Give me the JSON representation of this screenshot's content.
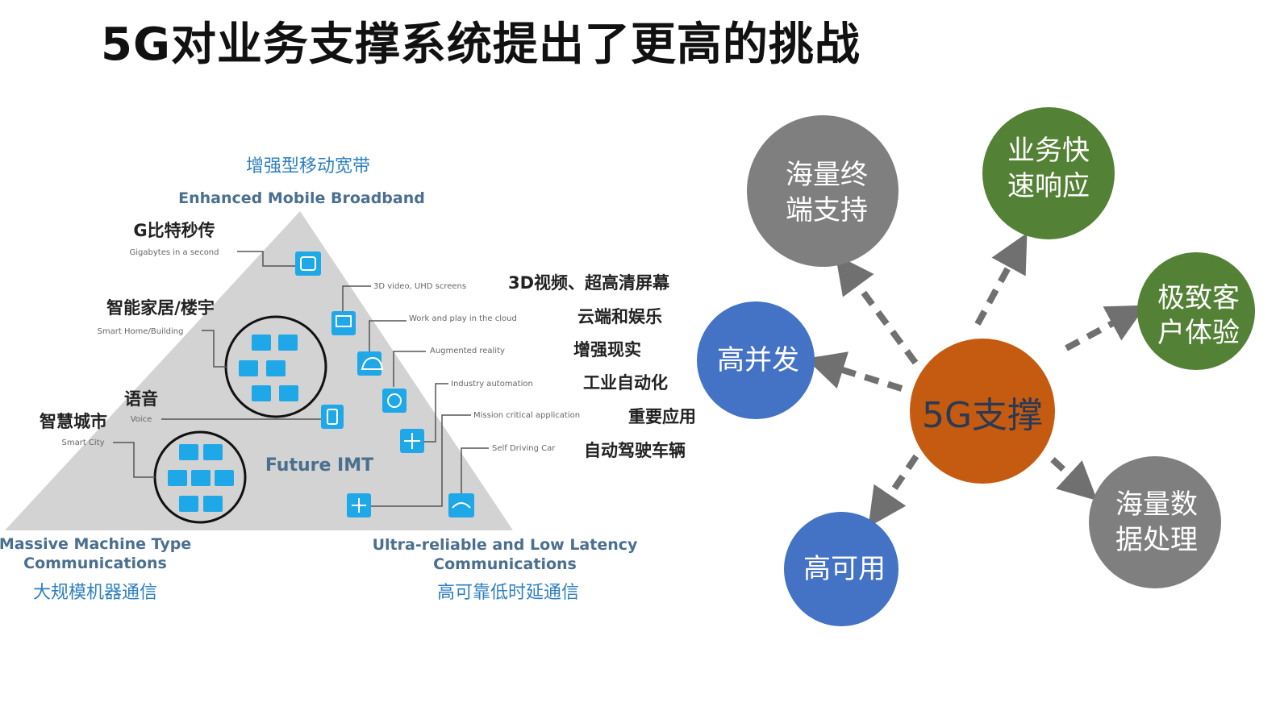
{
  "title": "5G对业务支撑系统提出了更高的挑战",
  "colors": {
    "gray": "#7f7f7f",
    "green": "#538135",
    "blue": "#4472c4",
    "orange": "#c55a11",
    "icon_cyan": "#1fa8e8",
    "pyramid": "#d3d3d3",
    "arrow": "#707070"
  },
  "pyramid": {
    "embb_cn": "增强型移动宽带",
    "embb_en": "Enhanced Mobile Broadband",
    "center": "Future IMT",
    "mmtc_en_line1": "Massive Machine Type",
    "mmtc_en_line2": "Communications",
    "mmtc_cn": "大规模机器通信",
    "urllc_en_line1": "Ultra-reliable  and Low Latency",
    "urllc_en_line2": "Communications",
    "urllc_cn": "高可靠低时延通信",
    "labels": [
      {
        "cn": "G比特秒传",
        "en": "Gigabytes in a second"
      },
      {
        "cn": "智能家居/楼宇",
        "en": "Smart Home/Building"
      },
      {
        "cn": "语音",
        "en": "Voice"
      },
      {
        "cn": "智慧城市",
        "en": "Smart City"
      },
      {
        "cn": "3D视频、超高清屏幕",
        "en": "3D video, UHD screens"
      },
      {
        "cn": "云端和娱乐",
        "en": "Work and play in the cloud"
      },
      {
        "cn": "增强现实",
        "en": "Augmented reality"
      },
      {
        "cn": "工业自动化",
        "en": "Industry automation"
      },
      {
        "cn": "重要应用",
        "en": "Mission critical  application"
      },
      {
        "cn": "自动驾驶车辆",
        "en": "Self Driving Car"
      }
    ]
  },
  "hub": {
    "label": "5G支撑"
  },
  "nodes": [
    {
      "line1": "海量终",
      "line2": "端支持"
    },
    {
      "line1": "业务快",
      "line2": "速响应"
    },
    {
      "line1": "极致客",
      "line2": "户体验"
    },
    {
      "line1": "高并发",
      "line2": ""
    },
    {
      "line1": "海量数",
      "line2": "据处理"
    },
    {
      "line1": "高可用",
      "line2": ""
    }
  ]
}
